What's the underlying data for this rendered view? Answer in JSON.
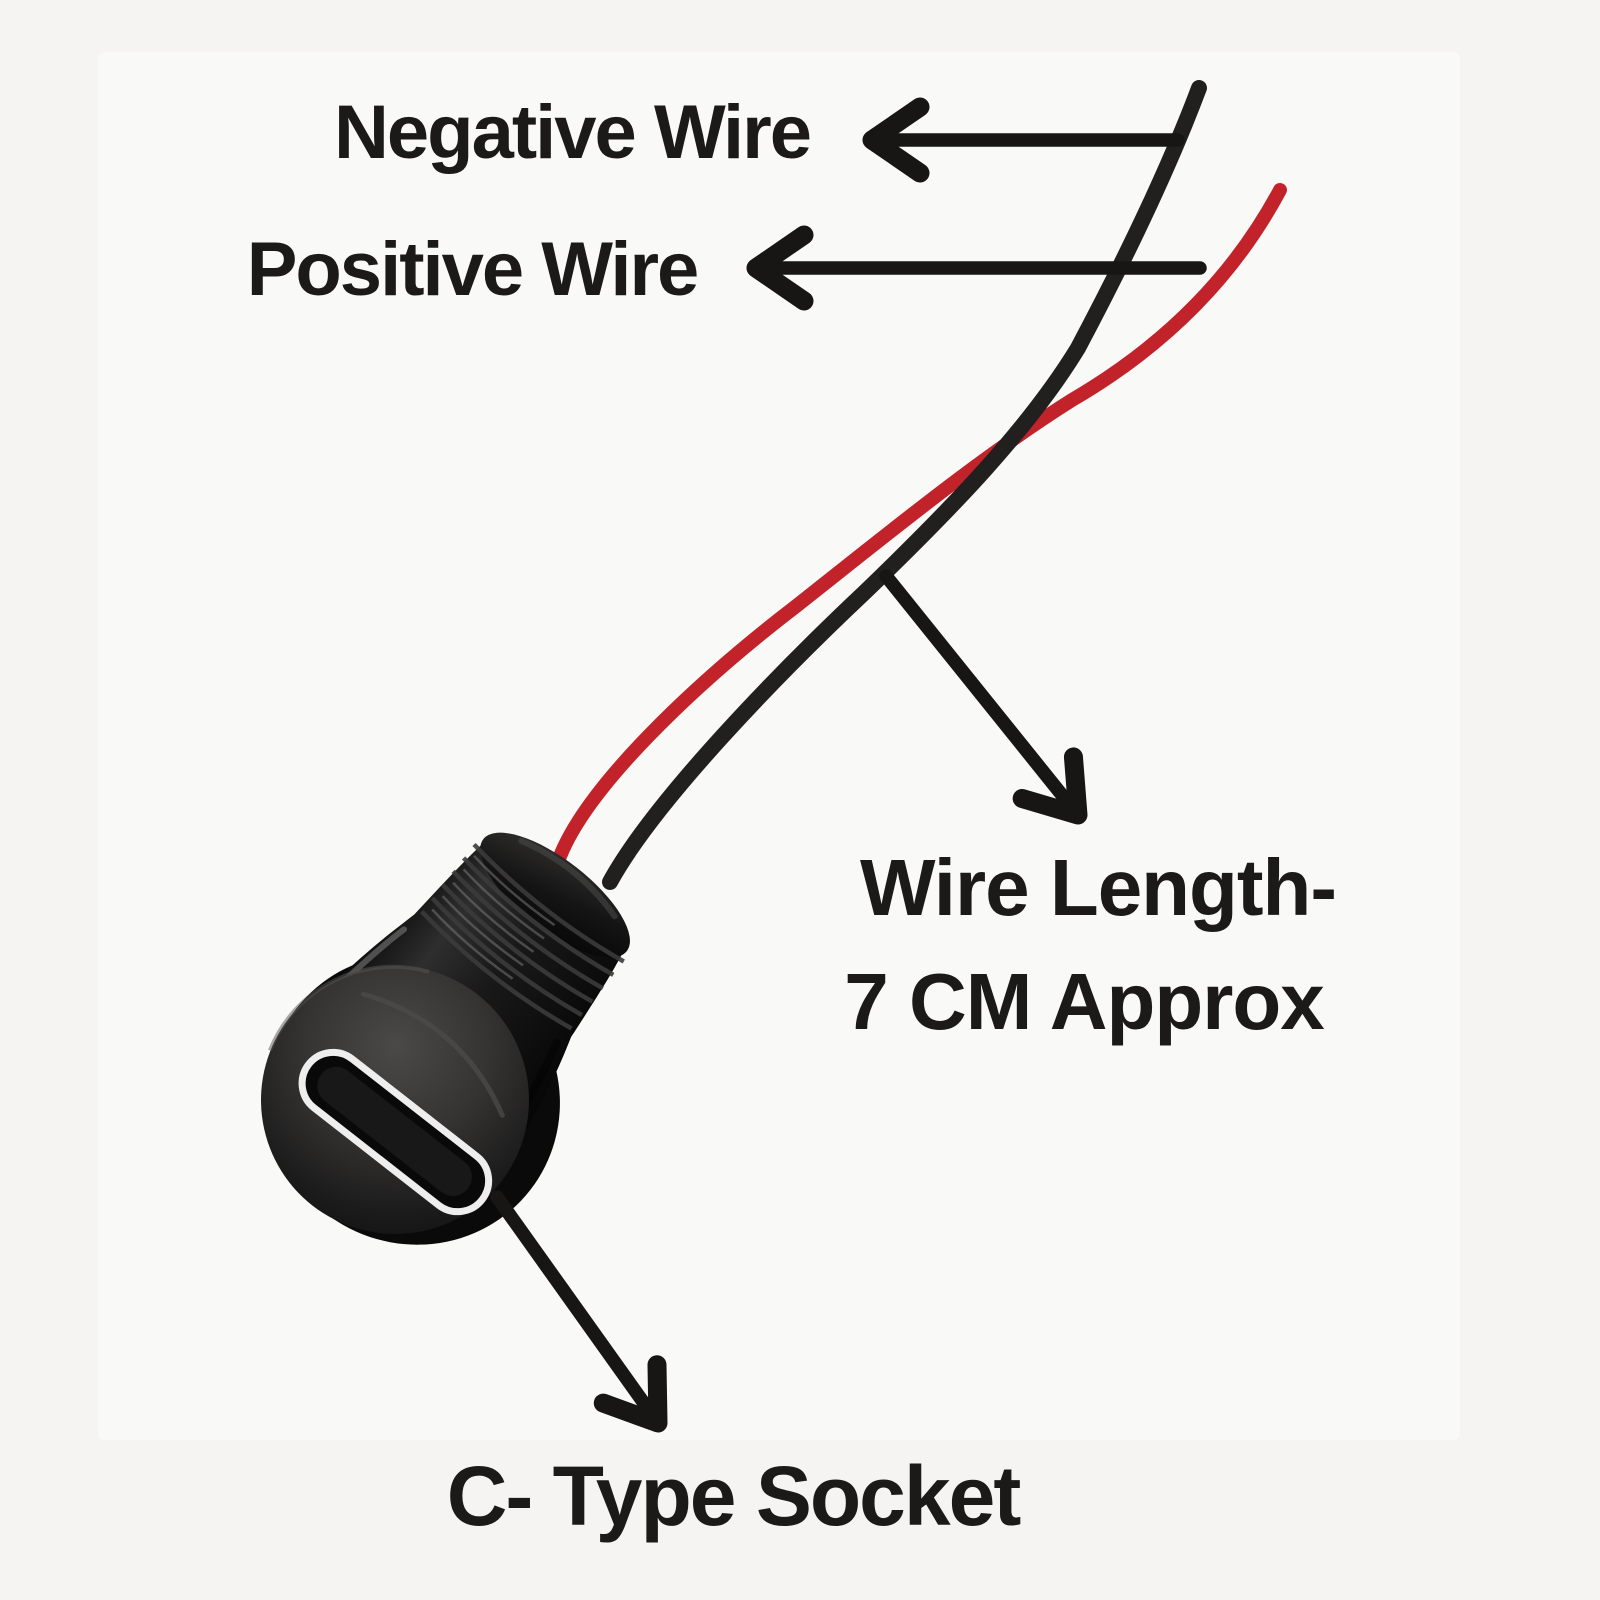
{
  "background_color": "#f5f4f2",
  "ink_color": "#1b1a19",
  "labels": {
    "negative_wire": "Negative Wire",
    "positive_wire": "Positive Wire",
    "wire_length_line1": "Wire Length-",
    "wire_length_line2": "7 CM Approx",
    "c_type_socket": "C- Type Socket"
  },
  "colors": {
    "negative_wire": "#221f1f",
    "positive_wire": "#c2232b",
    "annotation_arrow": "#171615",
    "socket_body": "#1a1919",
    "port_outline": "#efeeee"
  }
}
